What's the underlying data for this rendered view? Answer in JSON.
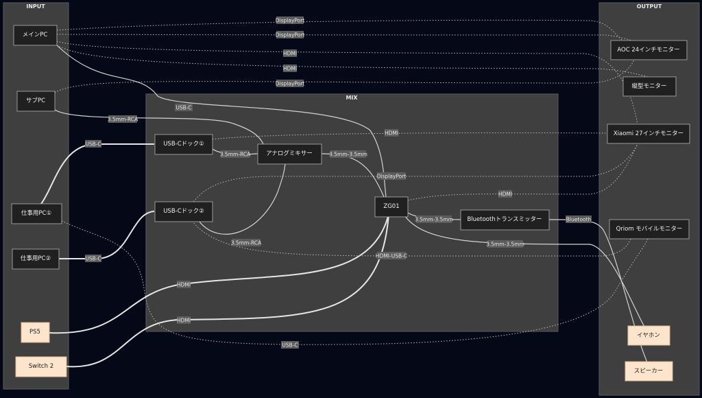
{
  "groups": {
    "input": "INPUT",
    "output": "OUTPUT",
    "mix": "MIX"
  },
  "nodes": {
    "main_pc": "メインPC",
    "sub_pc": "サブPC",
    "work_pc_1": "仕事用PC①",
    "work_pc_2": "仕事用PC②",
    "ps5": "PS5",
    "switch2": "Switch 2",
    "usbc_dock_1": "USB-Cドック①",
    "usbc_dock_2": "USB-Cドック②",
    "analog_mixer": "アナログミキサー",
    "zg01": "ZG01",
    "bt_transmitter": "Bluetoothトランスミッター",
    "aoc_monitor": "AOC 24インチモニター",
    "vertical_monitor": "縦型モニター",
    "xiaomi_monitor": "Xiaomi 27インチモニター",
    "qriom_monitor": "Qriom モバイルモニター",
    "earphones": "イヤホン",
    "speaker": "スピーカー"
  },
  "edge_labels": {
    "dp1": "DisplayPort",
    "dp2": "DisplayPort",
    "hdmi_main_1": "HDMI",
    "hdmi_main_2": "HDMI",
    "dp_sub": "DisplayPort",
    "usbc_main": "USB-C",
    "rca_sub": "3.5mm-RCA",
    "usbc_work1": "USB-C",
    "rca_dock1": "3.5mm-RCA",
    "mixer_zg": "3.5mm-3.5mm",
    "hdmi_dock1": "HDMI",
    "dp_dock2": "DisplayPort",
    "hdmi_zg": "HDMI",
    "zg_bt": "3.5mm-3.5mm",
    "bt_label": "Bluetooth",
    "zg_earphone": "3.5mm-3.5mm",
    "rca_dock2": "3.5mm-RCA",
    "hdmi_usbc": "HDMI-USB-C",
    "usbc_work2": "USB-C",
    "hdmi_ps5": "HDMI",
    "hdmi_switch": "HDMI",
    "usbc_work1_qriom": "USB-C"
  }
}
